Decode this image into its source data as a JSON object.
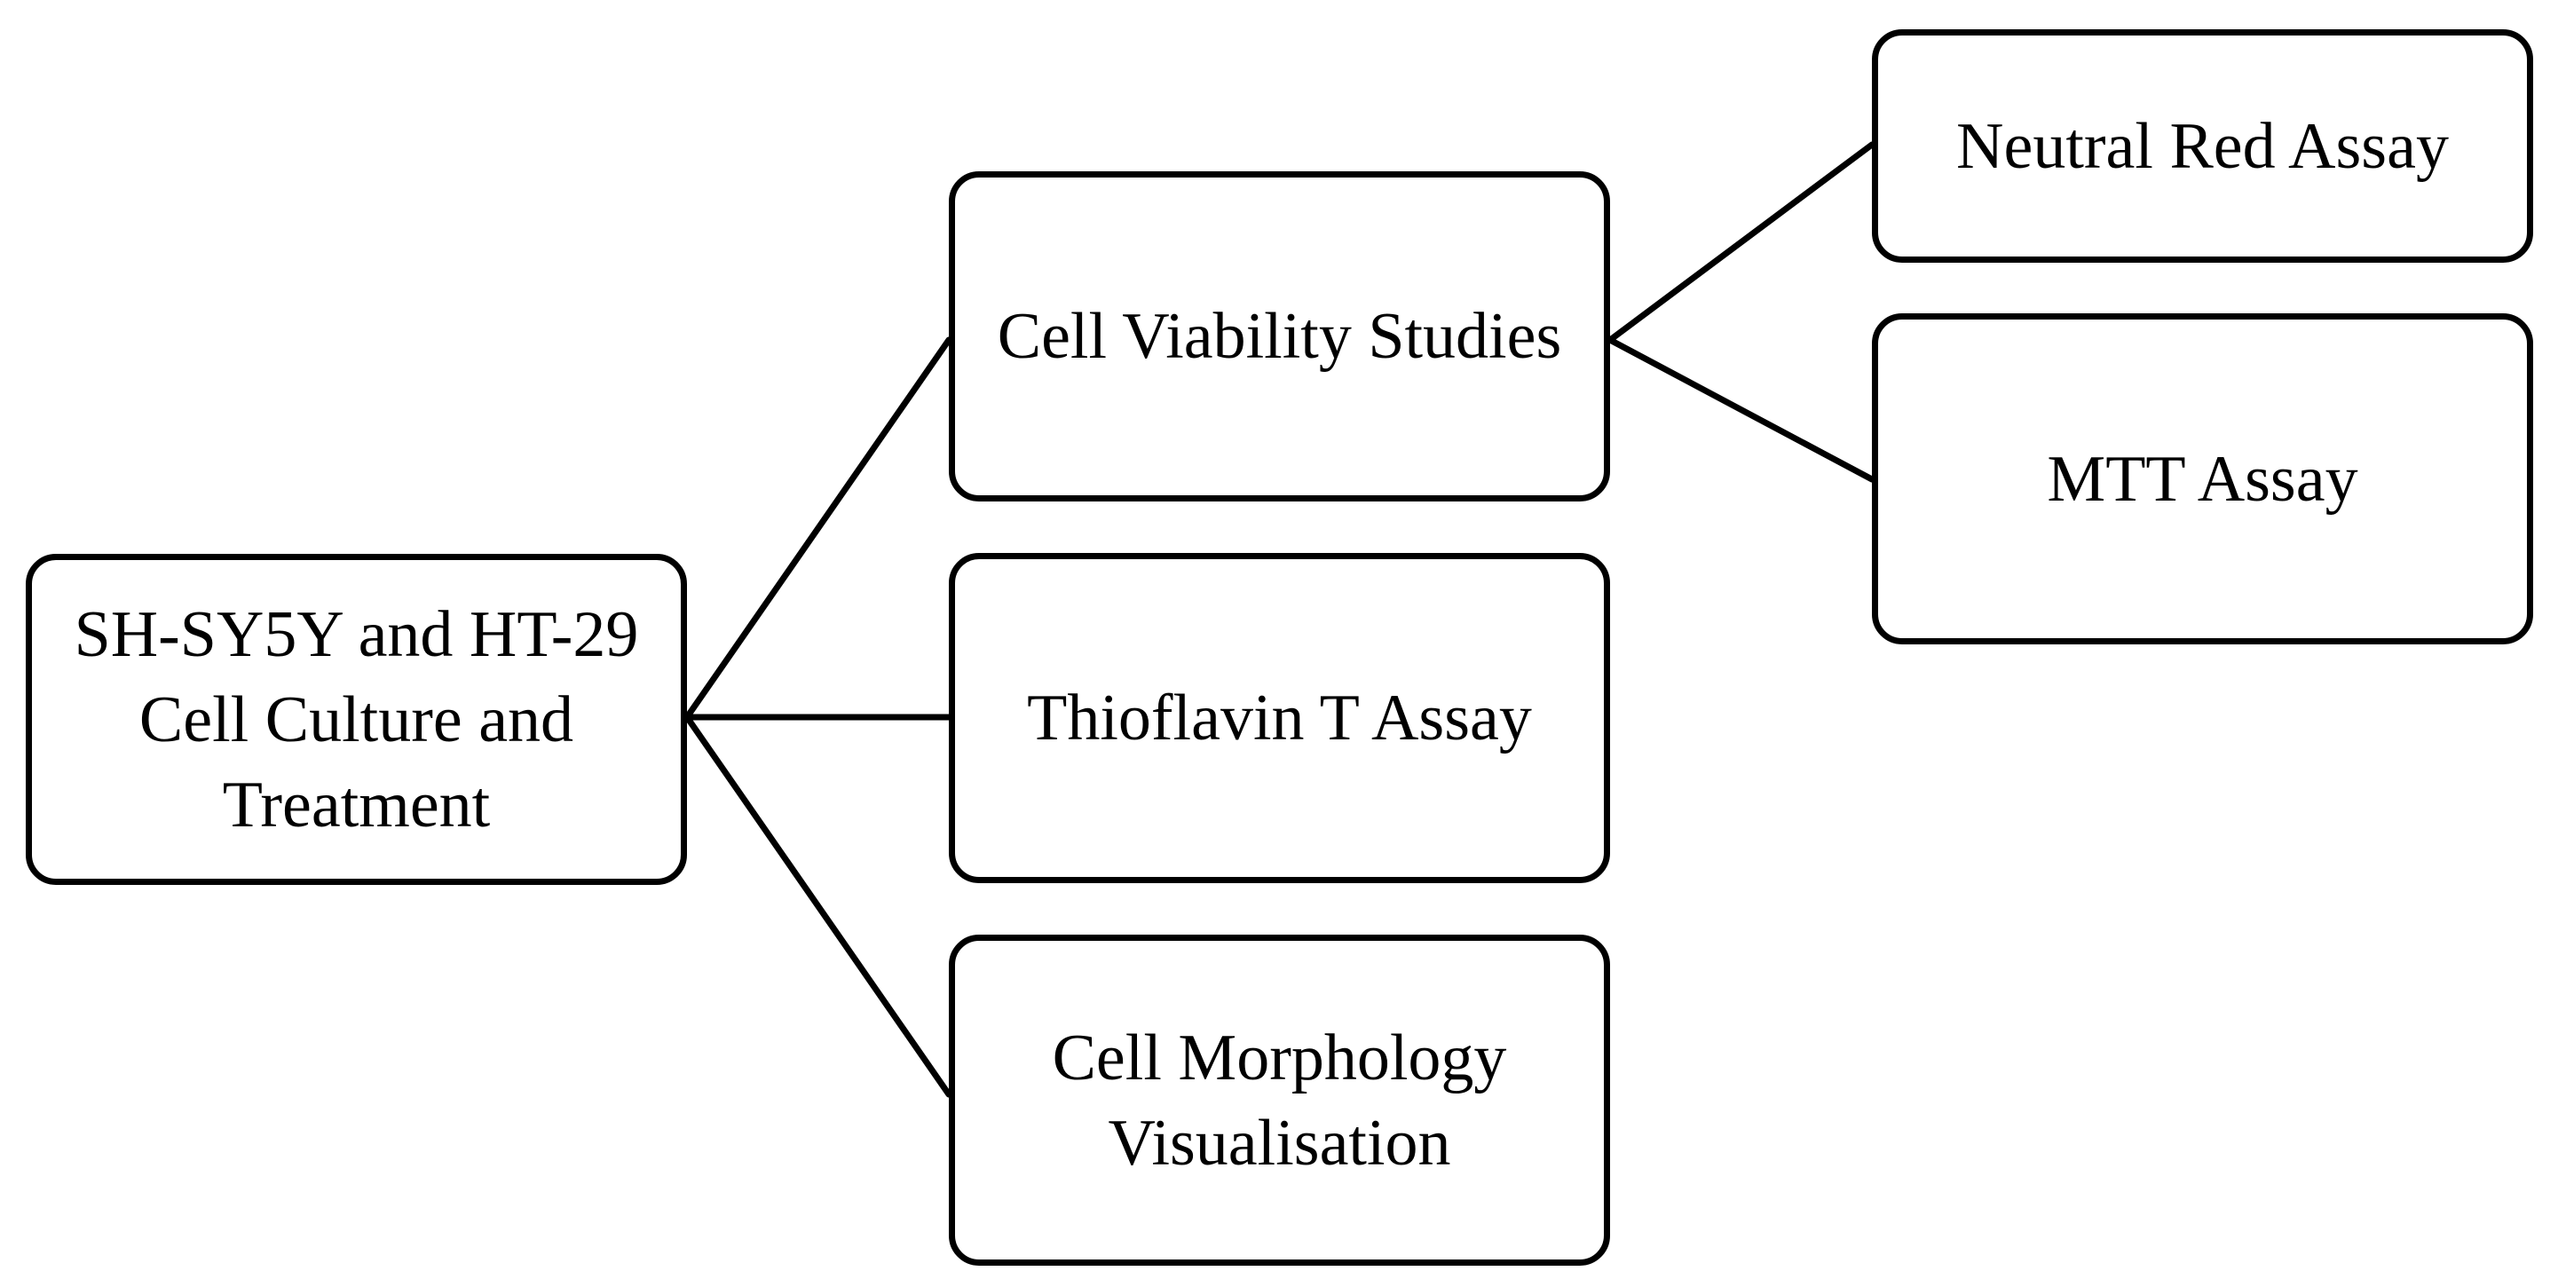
{
  "diagram": {
    "nodes": {
      "root": {
        "lines": [
          "SH-SY5Y and HT-29",
          "Cell Culture and",
          "Treatment"
        ]
      },
      "cell_viability": {
        "lines": [
          "Cell Viability Studies"
        ]
      },
      "thioflavin": {
        "lines": [
          "Thioflavin T Assay"
        ]
      },
      "cell_morphology": {
        "lines": [
          "Cell Morphology",
          "Visualisation"
        ]
      },
      "neutral_red": {
        "lines": [
          "Neutral Red Assay"
        ]
      },
      "mtt": {
        "lines": [
          "MTT Assay"
        ]
      }
    },
    "edges": [
      {
        "from": "root",
        "to": "cell_viability"
      },
      {
        "from": "root",
        "to": "thioflavin"
      },
      {
        "from": "root",
        "to": "cell_morphology"
      },
      {
        "from": "cell_viability",
        "to": "neutral_red"
      },
      {
        "from": "cell_viability",
        "to": "mtt"
      }
    ],
    "colors": {
      "stroke": "#000000",
      "fill": "#ffffff",
      "text": "#000000"
    }
  }
}
